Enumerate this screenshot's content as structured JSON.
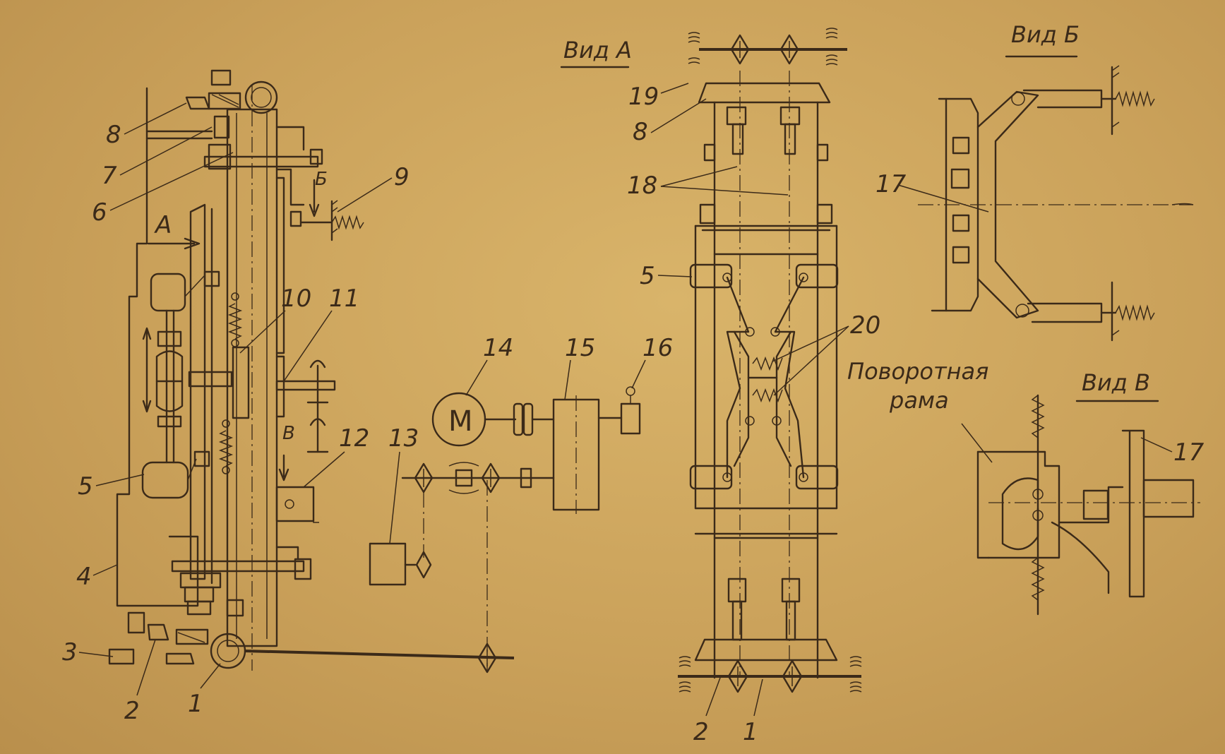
{
  "views": {
    "view_a": "Вид А",
    "view_b": "Вид Б",
    "view_v": "Вид В"
  },
  "labels": {
    "rotary_frame_line1": "Поворотная",
    "rotary_frame_line2": "рама",
    "motor": "М",
    "arrow_a": "А",
    "arrow_b": "Б",
    "arrow_v": "В"
  },
  "callouts": {
    "left": [
      "1",
      "2",
      "3",
      "4",
      "5",
      "6",
      "7",
      "8",
      "9",
      "10",
      "11",
      "12"
    ],
    "drive": [
      "13",
      "14",
      "15",
      "16"
    ],
    "view_a": [
      "19",
      "8",
      "18",
      "5",
      "20",
      "2",
      "1"
    ],
    "view_b": [
      "17"
    ],
    "view_v": [
      "17"
    ]
  },
  "colors": {
    "paper": "#caa15a",
    "ink": "#3b2a19"
  }
}
